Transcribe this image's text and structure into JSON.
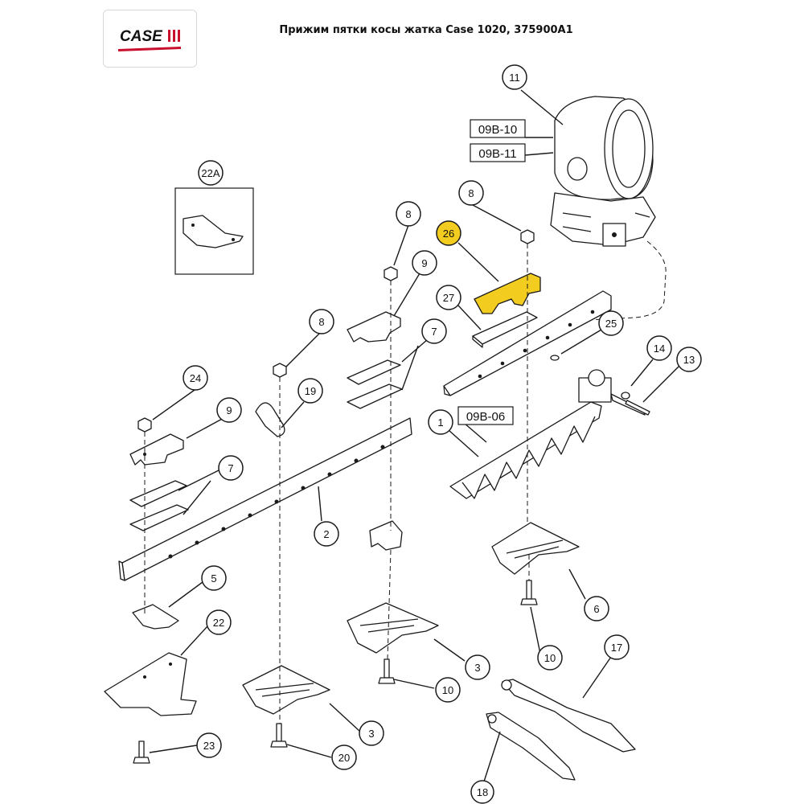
{
  "header": {
    "logo_text": "CASE",
    "title": "Прижим пятки косы жатка Case 1020, 375900A1"
  },
  "colors": {
    "highlight": "#f2cc1f",
    "brand_red": "#c8102e",
    "line": "#1a1a1a"
  },
  "callouts": [
    {
      "id": "c11",
      "label": "11"
    },
    {
      "id": "c22A",
      "label": "22A"
    },
    {
      "id": "c8a",
      "label": "8"
    },
    {
      "id": "c8b",
      "label": "8"
    },
    {
      "id": "c26",
      "label": "26",
      "highlighted": true
    },
    {
      "id": "c9a",
      "label": "9"
    },
    {
      "id": "c27",
      "label": "27"
    },
    {
      "id": "c8c",
      "label": "8"
    },
    {
      "id": "c7a",
      "label": "7"
    },
    {
      "id": "c25",
      "label": "25"
    },
    {
      "id": "c14",
      "label": "14"
    },
    {
      "id": "c13",
      "label": "13"
    },
    {
      "id": "c24",
      "label": "24"
    },
    {
      "id": "c19",
      "label": "19"
    },
    {
      "id": "c9b",
      "label": "9"
    },
    {
      "id": "c1",
      "label": "1"
    },
    {
      "id": "c7b",
      "label": "7"
    },
    {
      "id": "c2",
      "label": "2"
    },
    {
      "id": "c5",
      "label": "5"
    },
    {
      "id": "c6",
      "label": "6"
    },
    {
      "id": "c22",
      "label": "22"
    },
    {
      "id": "c3a",
      "label": "3"
    },
    {
      "id": "c10a",
      "label": "10"
    },
    {
      "id": "c17",
      "label": "17"
    },
    {
      "id": "c10b",
      "label": "10"
    },
    {
      "id": "c3b",
      "label": "3"
    },
    {
      "id": "c23",
      "label": "23"
    },
    {
      "id": "c20",
      "label": "20"
    },
    {
      "id": "c18",
      "label": "18"
    }
  ],
  "references": [
    {
      "id": "r1",
      "label": "09B-10"
    },
    {
      "id": "r2",
      "label": "09B-11"
    },
    {
      "id": "r3",
      "label": "09B-06"
    }
  ]
}
